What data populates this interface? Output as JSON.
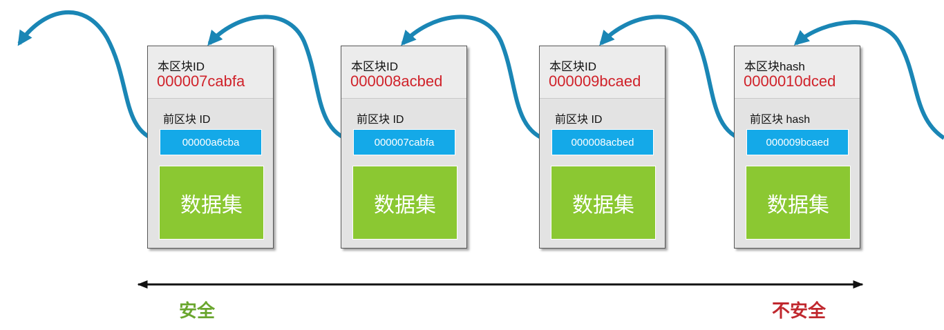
{
  "blocks": [
    {
      "current_label": "本区块ID",
      "current_value": "000007cabfa",
      "prev_label": "前区块 ID",
      "prev_value": "00000a6cba",
      "data_label": "数据集"
    },
    {
      "current_label": "本区块ID",
      "current_value": "000008acbed",
      "prev_label": "前区块 ID",
      "prev_value": "000007cabfa",
      "data_label": "数据集"
    },
    {
      "current_label": "本区块ID",
      "current_value": "000009bcaed",
      "prev_label": "前区块 ID",
      "prev_value": "000008acbed",
      "data_label": "数据集"
    },
    {
      "current_label": "本区块hash",
      "current_value": "0000010dced",
      "prev_label": "前区块 hash",
      "prev_value": "000009bcaed",
      "data_label": "数据集"
    }
  ],
  "scale": {
    "left_label": "安全",
    "right_label": "不安全"
  },
  "colors": {
    "link_arrow": "#1a86b5",
    "block_id_text": "#d0222a",
    "prev_id_box": "#14a9e8",
    "data_box": "#8bc832",
    "safe": "#6aa62e",
    "unsafe": "#c0282e"
  }
}
